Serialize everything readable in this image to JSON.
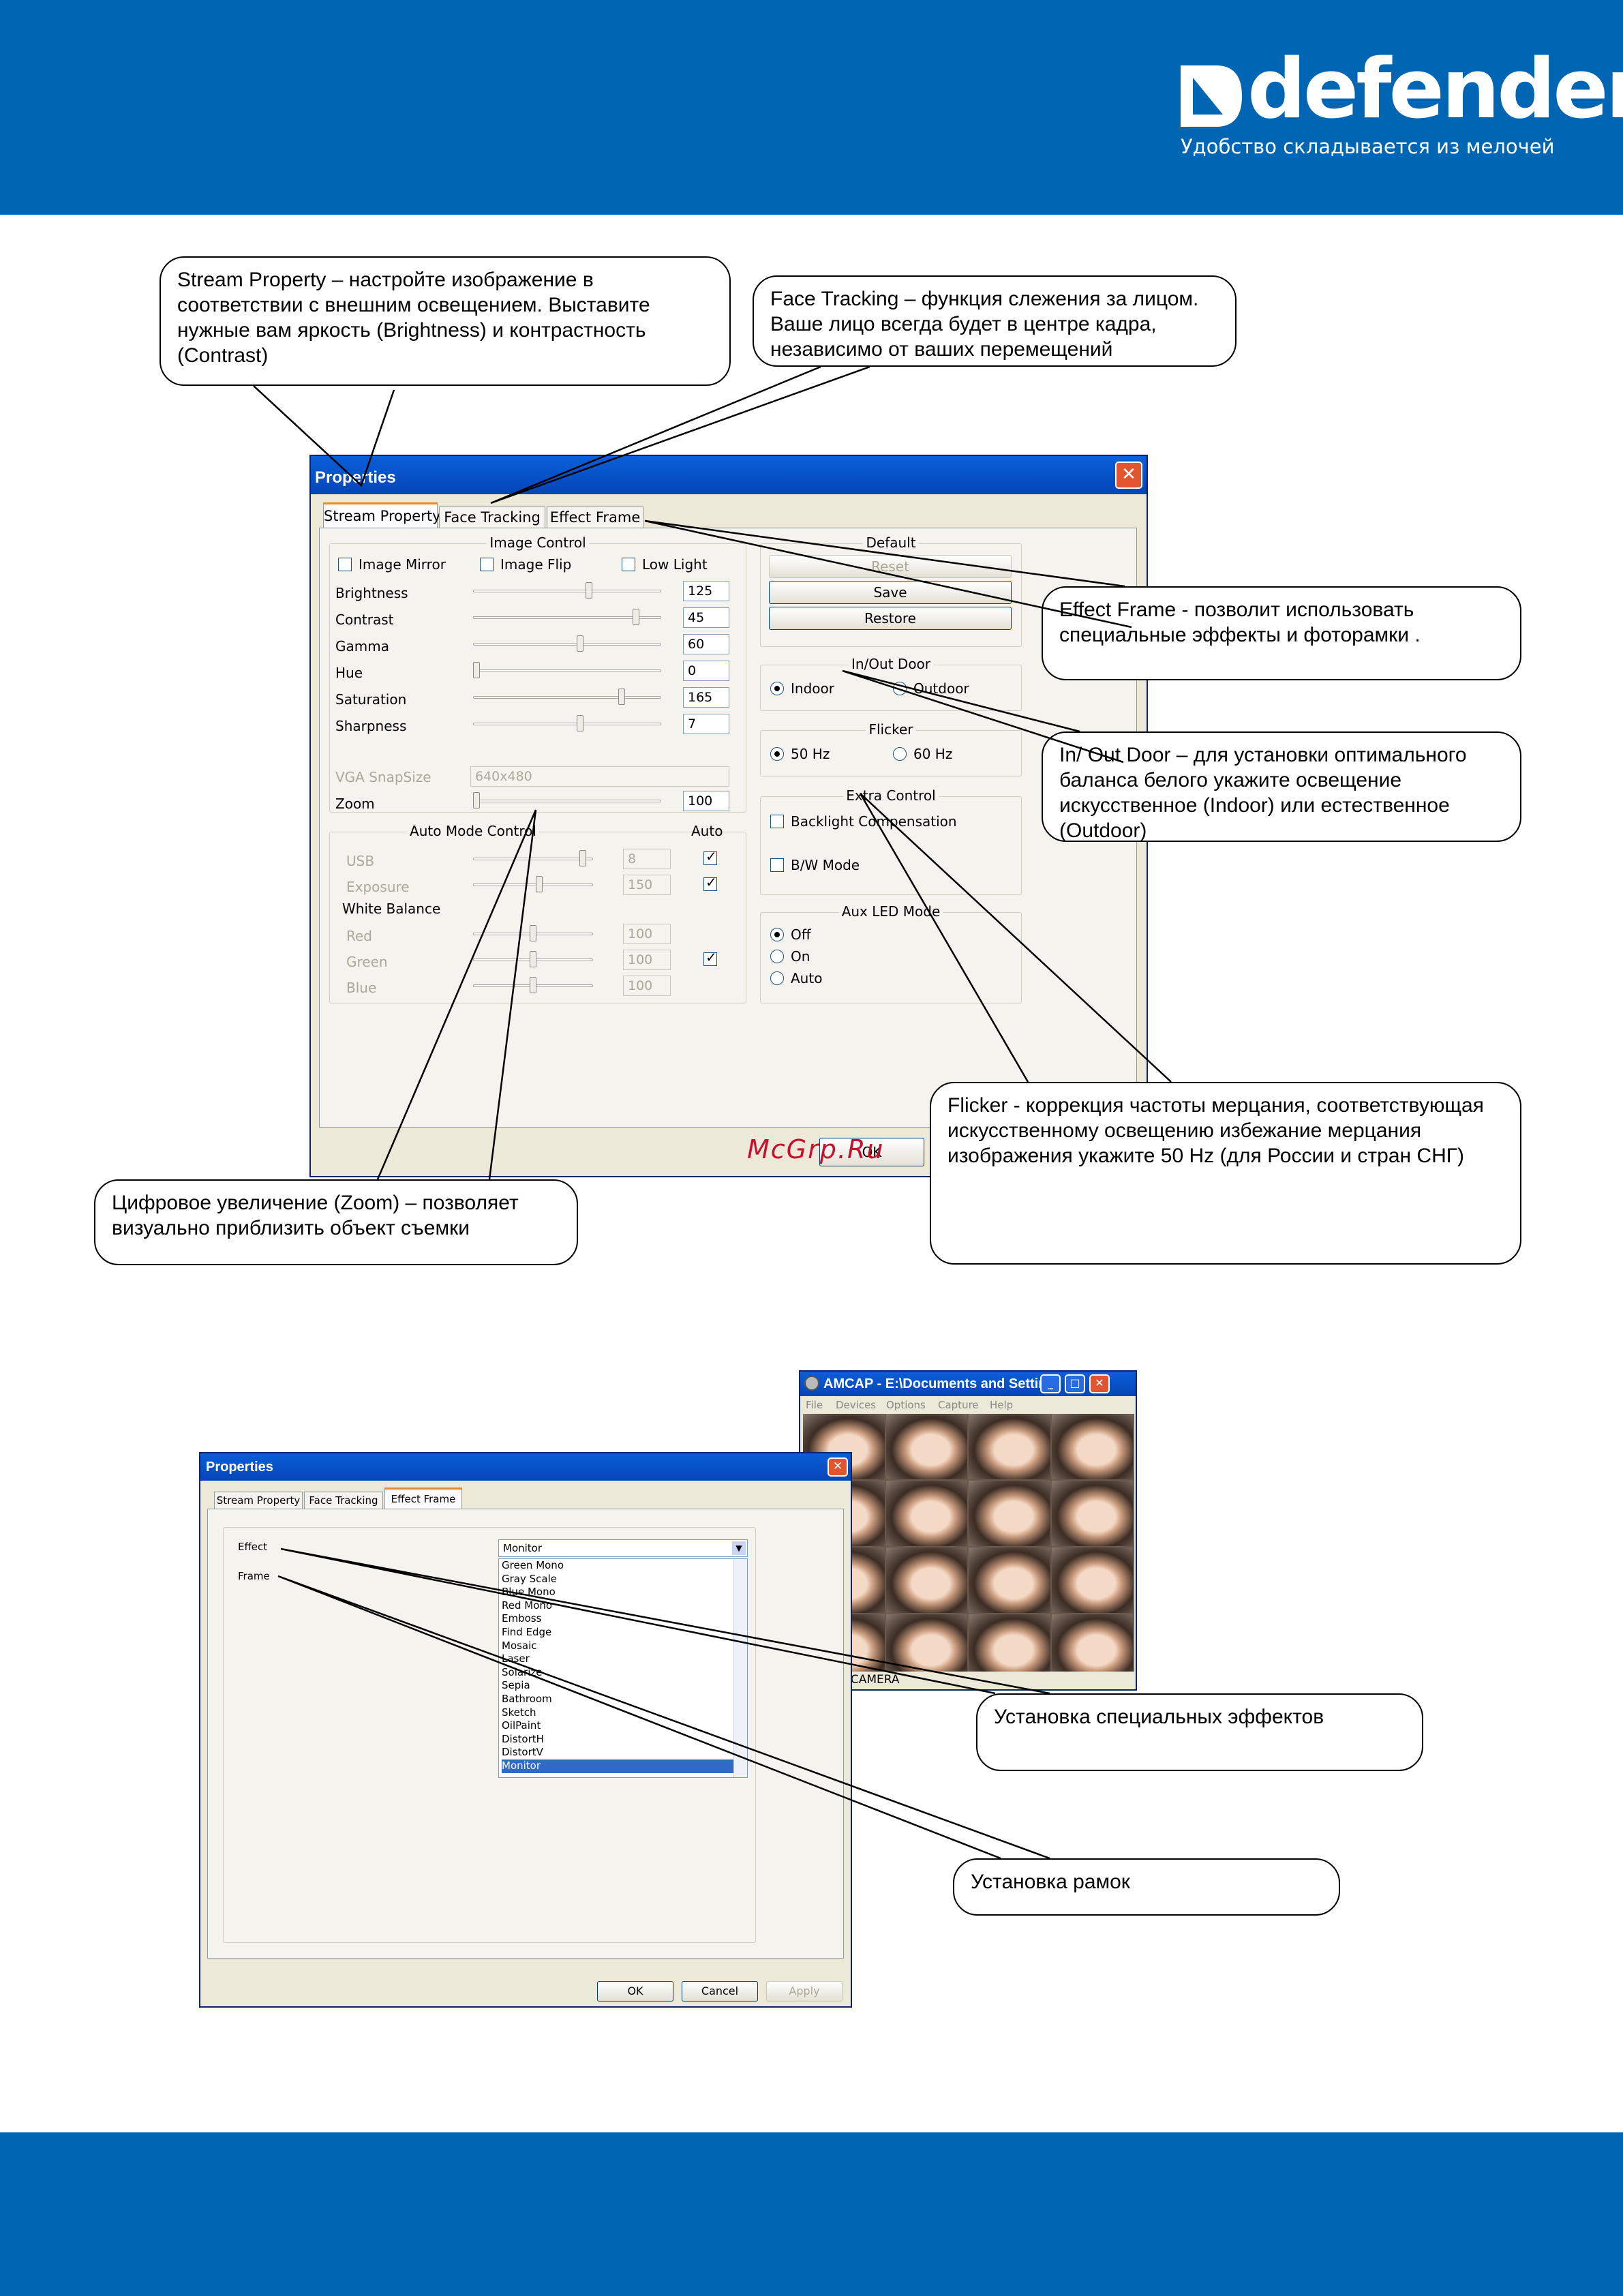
{
  "brand": {
    "name": "defender",
    "tagline": "Удобство складывается из мелочей"
  },
  "watermark": "McGrp.Ru",
  "callouts": {
    "stream": "Stream Property – настройте изображение в соответствии с внешним освещением. Выставите нужные вам яркость (Brightness) и контрастность (Contrast)",
    "face": "Face Tracking – функция слежения за лицом. Ваше лицо всегда будет в центре кадра, независимо от ваших перемещений",
    "effect": "Effect Frame - позволит использовать специальные эффекты и фоторамки .",
    "indoor": "In/ Out Door – для установки оптимального баланса белого укажите освещение искусственное (Indoor) или естественное (Outdoor)",
    "flicker": "Flicker - коррекция частоты мерцания, соответствующая искусственному освещению избежание мерцания изображения укажите 50 Hz (для России и стран СНГ)",
    "zoom": "Цифровое увеличение (Zoom) – позволяет визуально приблизить объект съемки",
    "effects2": "Установка специальных эффектов",
    "frames2": "Установка рамок"
  },
  "dialog1": {
    "title": "Properties",
    "tabs": [
      "Stream Property",
      "Face Tracking",
      "Effect Frame"
    ],
    "image_control": {
      "title": "Image Control",
      "checks": [
        "Image Mirror",
        "Image Flip",
        "Low Light"
      ]
    },
    "sliders": [
      {
        "label": "Brightness",
        "value": "125",
        "pos": 0.62,
        "enabled": true
      },
      {
        "label": "Contrast",
        "value": "45",
        "pos": 0.88,
        "enabled": true
      },
      {
        "label": "Gamma",
        "value": "60",
        "pos": 0.57,
        "enabled": true
      },
      {
        "label": "Hue",
        "value": "0",
        "pos": 0.0,
        "enabled": true
      },
      {
        "label": "Saturation",
        "value": "165",
        "pos": 0.8,
        "enabled": true
      },
      {
        "label": "Sharpness",
        "value": "7",
        "pos": 0.57,
        "enabled": true
      }
    ],
    "snap": {
      "label": "VGA SnapSize",
      "value": "640x480"
    },
    "zoom": {
      "label": "Zoom",
      "value": "100",
      "pos": 0.0
    },
    "default": {
      "title": "Default",
      "buttons": [
        "Reset",
        "Save",
        "Restore"
      ]
    },
    "inout": {
      "title": "In/Out Door",
      "options": [
        "Indoor",
        "Outdoor"
      ]
    },
    "flicker": {
      "title": "Flicker",
      "options": [
        "50 Hz",
        "60 Hz"
      ]
    },
    "extra": {
      "title": "Extra Control",
      "checks": [
        "Backlight Compensation",
        "B/W Mode"
      ]
    },
    "auxled": {
      "title": "Aux LED Mode",
      "options": [
        "Off",
        "On",
        "Auto"
      ]
    },
    "automode": {
      "title": "Auto Mode Control",
      "auto": "Auto",
      "rows": [
        {
          "label": "USB",
          "value": "8",
          "pos": 0.9
        },
        {
          "label": "Exposure",
          "value": "150",
          "pos": 0.55
        }
      ]
    },
    "wb": {
      "title": "White Balance",
      "rows": [
        {
          "label": "Red",
          "value": "100",
          "pos": 0.5
        },
        {
          "label": "Green",
          "value": "100",
          "pos": 0.5
        },
        {
          "label": "Blue",
          "value": "100",
          "pos": 0.5
        }
      ]
    },
    "ok": "OK"
  },
  "dialog2": {
    "title": "Properties",
    "tabs": [
      "Stream Property",
      "Face Tracking",
      "Effect Frame"
    ],
    "effect_label": "Effect",
    "frame_label": "Frame",
    "selected": "Monitor",
    "options": [
      "Green Mono",
      "Gray Scale",
      "Blue Mono",
      "Red Mono",
      "Emboss",
      "Find Edge",
      "Mosaic",
      "Laser",
      "Solarize",
      "Sepia",
      "Bathroom",
      "Sketch",
      "OilPaint",
      "DistortH",
      "DistortV",
      "Monitor"
    ],
    "buttons": [
      "OK",
      "Cancel",
      "Apply"
    ]
  },
  "amcap": {
    "title": "AMCAP - E:\\Documents and Settin...",
    "menu": [
      "File",
      "Devices",
      "Options",
      "Capture",
      "Help"
    ],
    "status": "USB PC CAMERA"
  }
}
